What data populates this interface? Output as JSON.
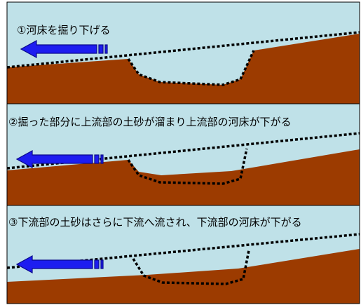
{
  "panels": [
    {
      "caption": "①河床を掘り下げる"
    },
    {
      "caption": "②掘った部分に上流部の土砂が溜まり上流部の河床が下がる"
    },
    {
      "caption": "③下流部の土砂はさらに下流へ流され、下流部の河床が下がる"
    }
  ],
  "colors": {
    "water": "#bfe1e8",
    "bed": "#9c3b00",
    "border": "#000000",
    "arrow_fill": "#1d1df0",
    "arrow_edge": "#0a0a8c",
    "original_bed_line": "#000000"
  },
  "icons": {
    "flow_arrow": "flow-direction-arrow-icon"
  }
}
